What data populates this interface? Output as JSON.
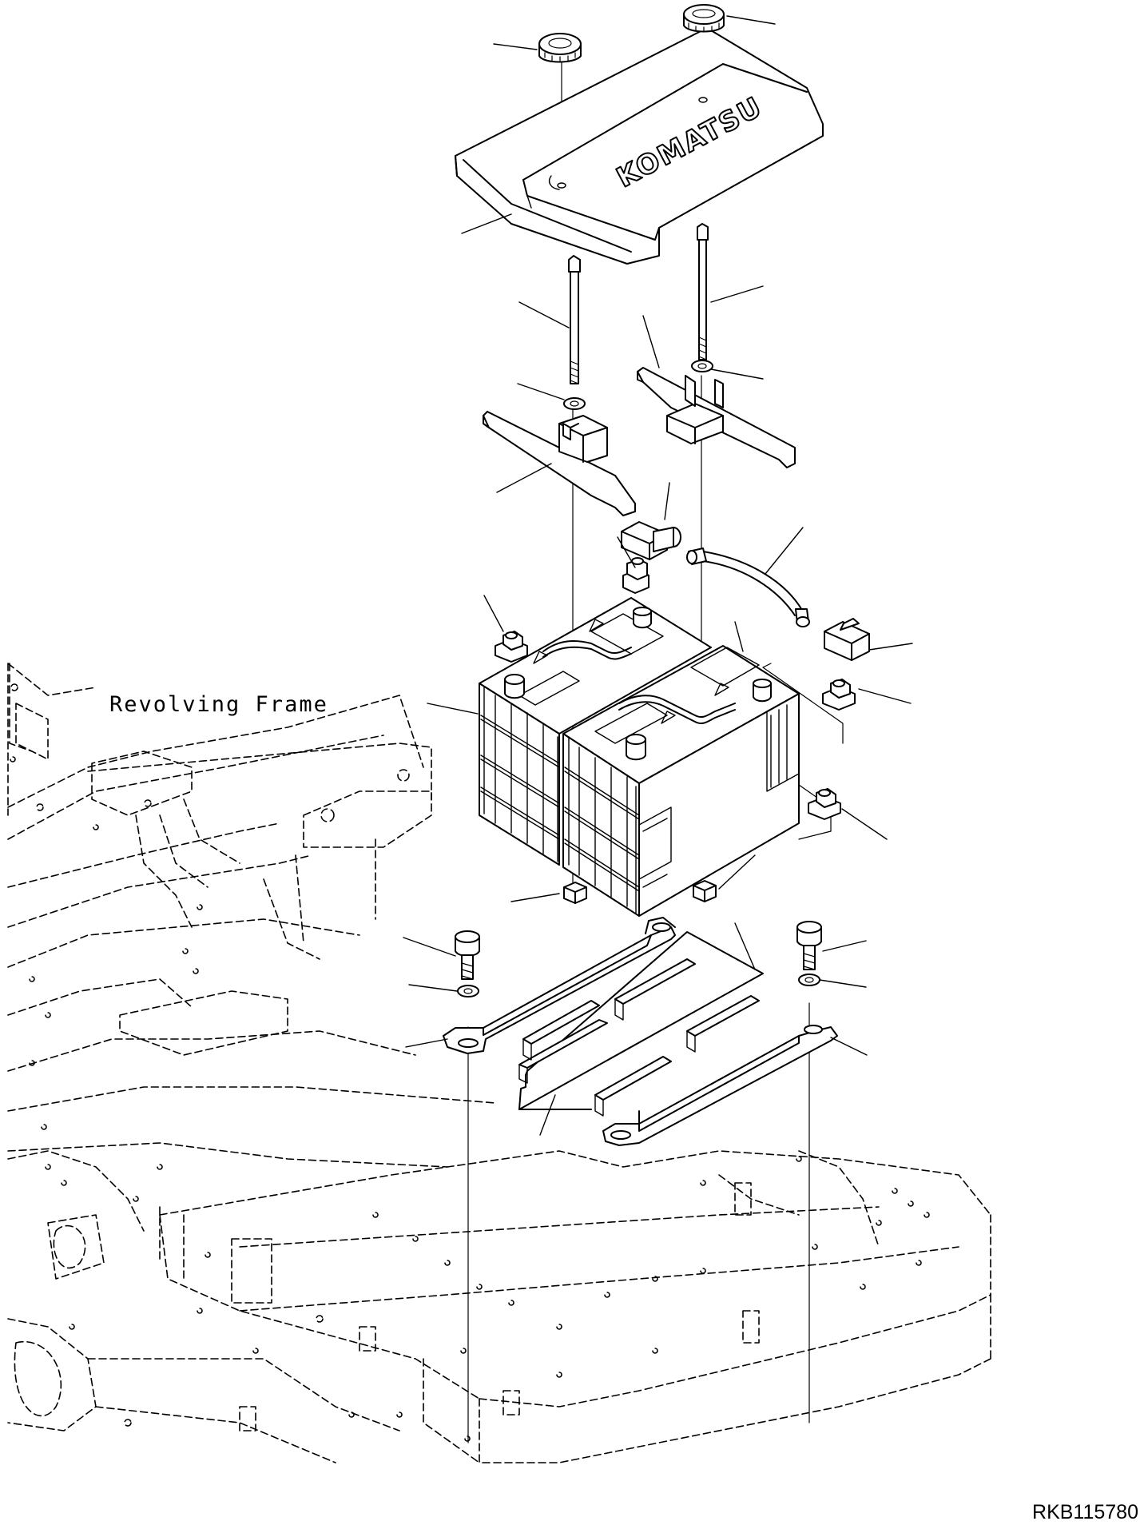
{
  "labels": {
    "frame": "Revolving Frame",
    "drawing_code": "RKB115780",
    "cover_logo": "KOMATSU"
  }
}
